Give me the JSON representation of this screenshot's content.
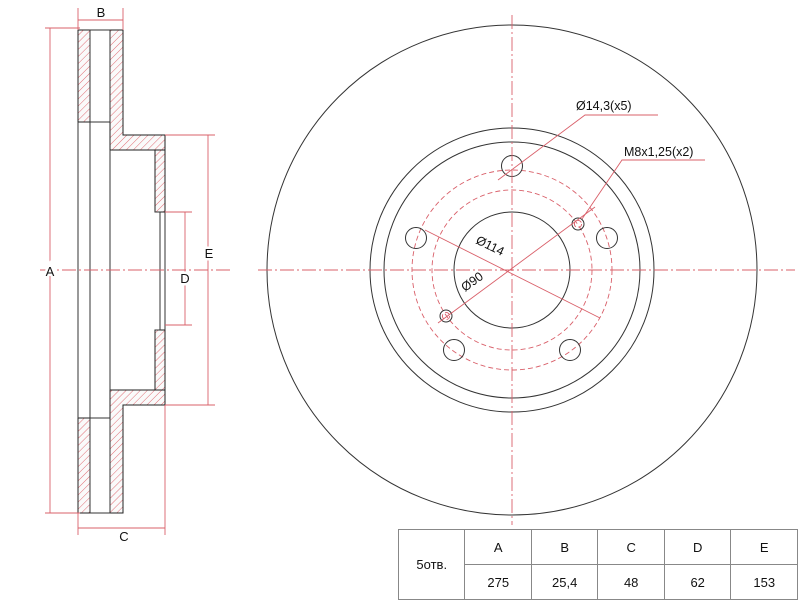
{
  "labels": {
    "A": "A",
    "B": "B",
    "C": "C",
    "D": "D",
    "E": "E"
  },
  "callouts": {
    "bolt_holes": "Ø14,3(x5)",
    "threaded_holes": "M8x1,25(x2)",
    "pcd": "Ø114",
    "center_bore": "Ø90"
  },
  "spec_table": {
    "row_label": "5отв.",
    "headers": [
      "A",
      "B",
      "C",
      "D",
      "E"
    ],
    "values": [
      "275",
      "25,4",
      "48",
      "62",
      "153"
    ]
  },
  "colors": {
    "dimension_lines": "#d9606a",
    "outline": "#333333"
  }
}
